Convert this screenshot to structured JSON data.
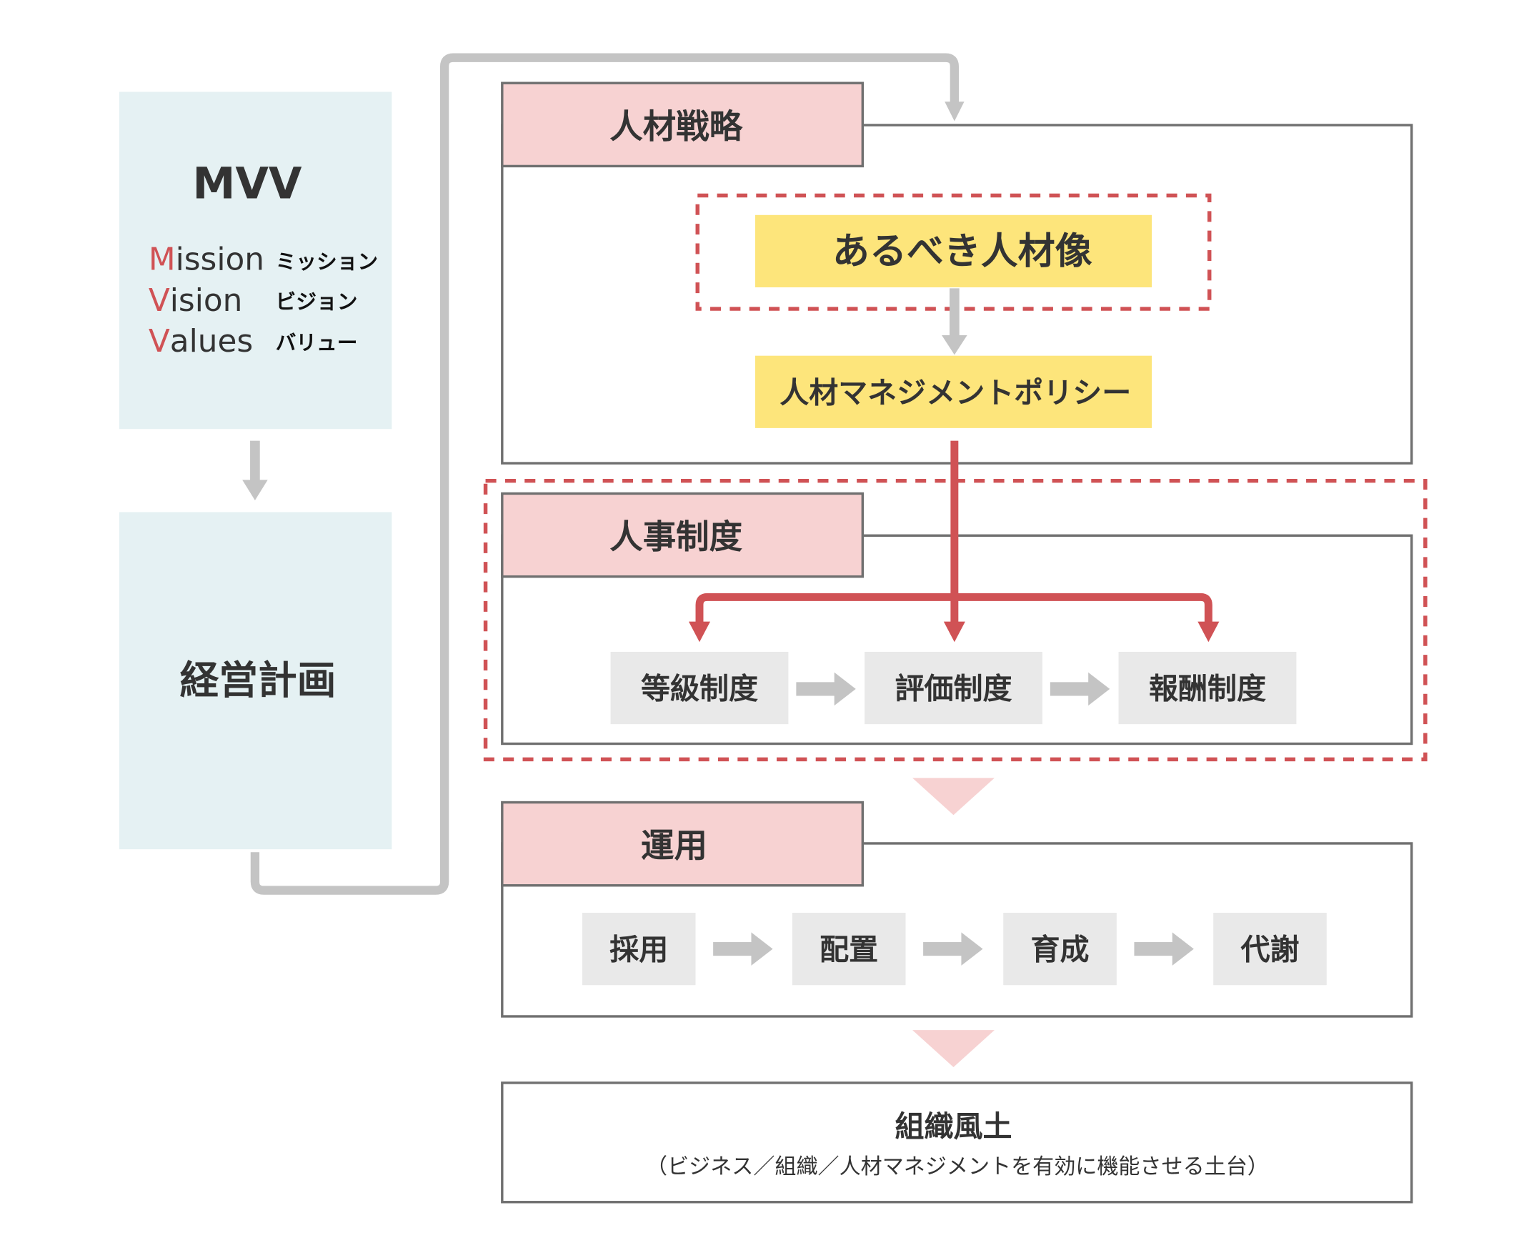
{
  "colors": {
    "accent_red": "#d05255",
    "label_pink": "#f7d2d2",
    "box_blue": "#e5f1f3",
    "highlight_yellow": "#fde57b",
    "item_gray": "#e9e9e9",
    "connector_gray": "#c4c4c4",
    "border_gray": "#707070",
    "text_dark": "#333333"
  },
  "mvv": {
    "title": "MVV",
    "items": [
      {
        "initial": "M",
        "rest": "ission",
        "kana": "ミッション"
      },
      {
        "initial": "V",
        "rest": "ision",
        "kana": "ビジョン"
      },
      {
        "initial": "V",
        "rest": "alues",
        "kana": "バリュー"
      }
    ]
  },
  "business_plan": {
    "label": "経営計画"
  },
  "talent_strategy": {
    "label": "人材戦略",
    "ideal_talent": "あるべき人材像",
    "policy": "人材マネジメントポリシー"
  },
  "hr_system": {
    "label": "人事制度",
    "items": [
      "等級制度",
      "評価制度",
      "報酬制度"
    ]
  },
  "operation": {
    "label": "運用",
    "items": [
      "採用",
      "配置",
      "育成",
      "代謝"
    ]
  },
  "culture": {
    "label": "組織風土",
    "note": "（ビジネス／組織／人材マネジメントを有効に機能させる土台）"
  }
}
